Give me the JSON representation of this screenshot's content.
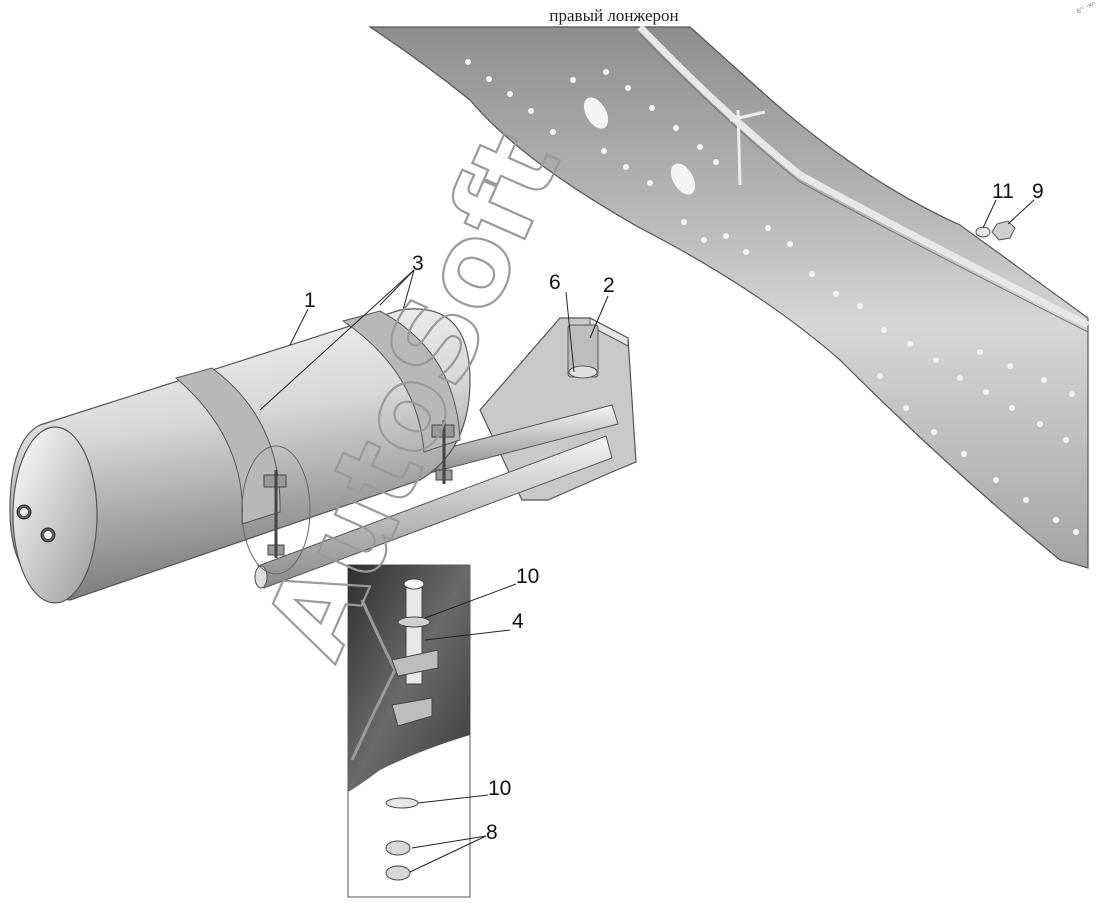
{
  "header": {
    "title": "правый лонжерон",
    "corner_mark": "6¹¹ ‹ю›"
  },
  "watermark": {
    "text": "AutoSoft"
  },
  "callouts": [
    {
      "id": "c1",
      "text": "1"
    },
    {
      "id": "c2",
      "text": "2"
    },
    {
      "id": "c3",
      "text": "3"
    },
    {
      "id": "c4",
      "text": "4"
    },
    {
      "id": "c6",
      "text": "6"
    },
    {
      "id": "c8",
      "text": "8"
    },
    {
      "id": "c9",
      "text": "9"
    },
    {
      "id": "c10a",
      "text": "10"
    },
    {
      "id": "c10b",
      "text": "10"
    },
    {
      "id": "c11",
      "text": "11"
    }
  ]
}
